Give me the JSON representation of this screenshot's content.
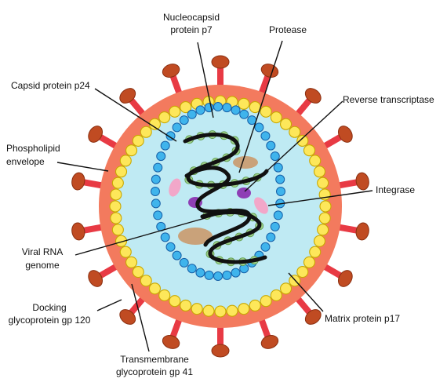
{
  "labels": {
    "nucleocapsid": [
      "Nucleocapsid",
      "protein p7"
    ],
    "protease": "Protease",
    "capsid": "Capsid protein p24",
    "reverse_transcriptase": "Reverse transcriptase",
    "phospholipid": [
      "Phospholipid",
      "envelope"
    ],
    "integrase": "Integrase",
    "viral_rna": [
      "Viral RNA",
      "genome"
    ],
    "matrix": "Matrix protein p17",
    "docking": [
      "Docking",
      "glycoprotein gp 120"
    ],
    "transmembrane": [
      "Transmembrane",
      "glycoprotein gp 41"
    ]
  },
  "colors": {
    "envelope": "#f37a5e",
    "matrix_bead": "#fde75a",
    "matrix_bead_stroke": "#c9a800",
    "capsid_interior": "#bfeaf3",
    "capsid_bead": "#3fb4ec",
    "capsid_bead_stroke": "#1560a8",
    "nucleocapsid_bead": "#9ed18a",
    "spike_stem": "#e83a44",
    "spike_head": "#c04b22",
    "protease": "#c9a27a",
    "integrase": "#8e3fb5",
    "rt": "#f2a7c9",
    "rna": "#111111"
  }
}
